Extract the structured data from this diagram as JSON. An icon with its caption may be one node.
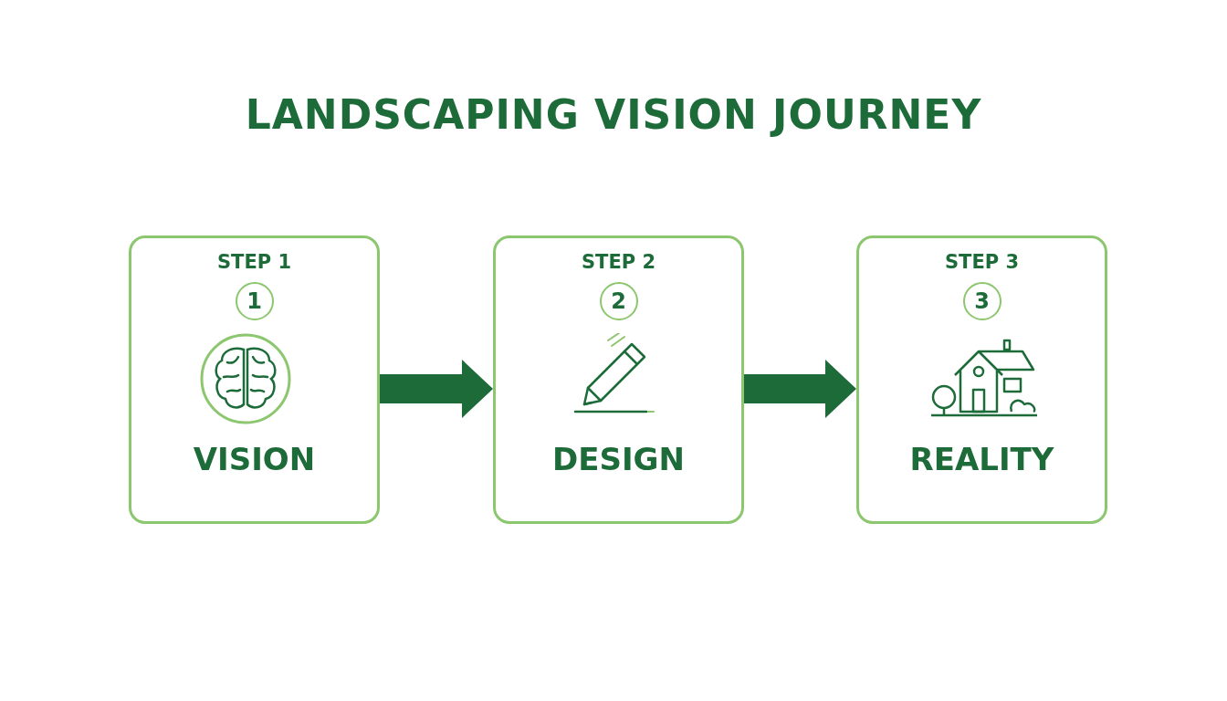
{
  "diagram": {
    "title": "LANDSCAPING VISION JOURNEY",
    "nodes": [
      {
        "text": [
          "STEP 1",
          "1",
          "VISION"
        ]
      },
      {
        "text": [
          "STEP 2",
          "2",
          "DESIGN"
        ]
      },
      {
        "text": [
          "STEP 3",
          "3",
          "REALITY"
        ]
      }
    ],
    "edges": [
      {
        "from": 0,
        "to": 1,
        "arrow": "to"
      },
      {
        "from": 1,
        "to": 2,
        "arrow": "to"
      }
    ]
  }
}
